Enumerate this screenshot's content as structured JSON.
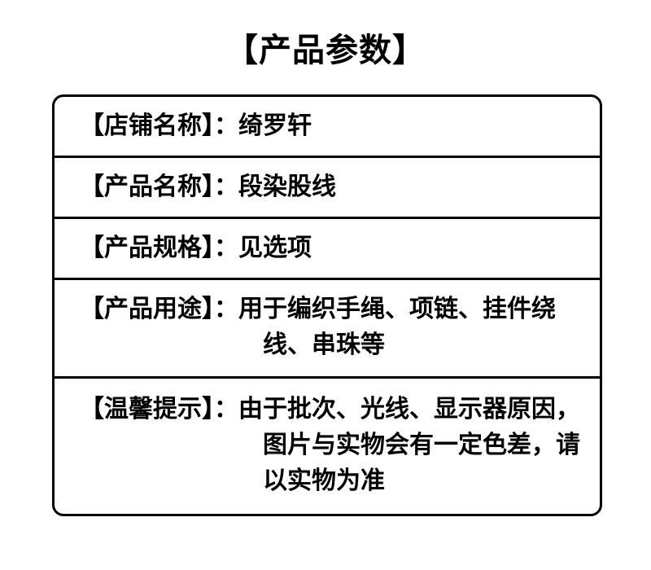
{
  "document": {
    "title": "【产品参数】",
    "background_color": "#ffffff",
    "text_color": "#000000",
    "border_color": "#000000"
  },
  "spec_table": {
    "rows": [
      {
        "label": "【店铺名称】",
        "separator": "：",
        "value": "绮罗轩",
        "wraps": false
      },
      {
        "label": "【产品名称】",
        "separator": "：",
        "value": "段染股线",
        "wraps": false
      },
      {
        "label": "【产品规格】",
        "separator": "：",
        "value": "见选项",
        "wraps": false
      },
      {
        "label": "【产品用途】",
        "separator": "：",
        "value": "用于编织手绳、项链、挂件绕线、串珠等",
        "wraps": true
      },
      {
        "label": "【温馨提示】",
        "separator": "：",
        "value": "由于批次、光线、显示器原因，图片与实物会有一定色差，请以实物为准",
        "wraps": true
      }
    ]
  }
}
